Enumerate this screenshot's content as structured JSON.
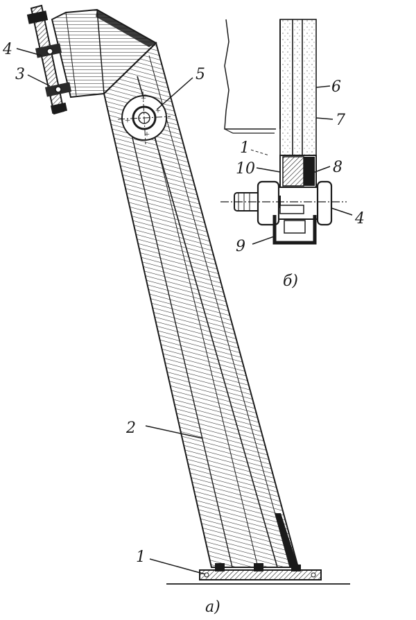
{
  "figure": {
    "view_a_caption": "а)",
    "view_b_caption": "б)",
    "view_a_labels": [
      "1",
      "2",
      "3",
      "4",
      "5"
    ],
    "view_b_labels": [
      "1",
      "10",
      "8",
      "6",
      "7",
      "4",
      "9"
    ]
  },
  "colors": {
    "ink": "#1a1a1a",
    "paper": "#ffffff"
  }
}
